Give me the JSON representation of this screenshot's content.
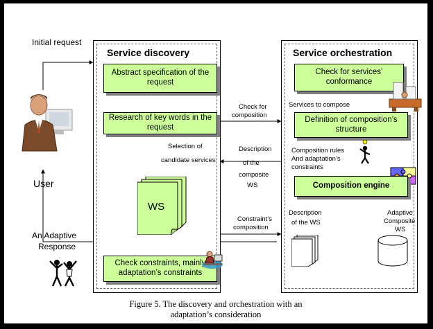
{
  "caption": {
    "line1": "Figure 5. The discovery and orchestration with an",
    "line2": "adaptation’s consideration"
  },
  "left": {
    "initial_request": "Initial request",
    "user": "User",
    "adaptive_response_line1": "An Adaptive",
    "adaptive_response_line2": "Response"
  },
  "discovery": {
    "title": "Service discovery",
    "box1_line1": "Abstract specification of the",
    "box1_line2": "request",
    "box2_line1": "Research of key words in the",
    "box2_line2": "request",
    "selection_line1": "Selection of",
    "selection_line2": "candidate services",
    "ws": "WS",
    "box3_line1": "Check constraints, mainly",
    "box3_line2": "adaptation’s constraints"
  },
  "middle": {
    "check_line1": "Check for",
    "check_line2": "composition",
    "desc_line1": "Description",
    "desc_line2": "of the",
    "desc_line3": "composite",
    "desc_line4": "WS",
    "constraint_line1": "Constraint’s",
    "constraint_line2": "composition"
  },
  "orchestration": {
    "title": "Service orchestration",
    "box1_line1": "Check for services’",
    "box1_line2": "conformance",
    "services_to_compose": "Services to compose",
    "box2_line1": "Definition of composition’s",
    "box2_line2": "structure",
    "rules_line1": "Composition rules",
    "rules_line2": "And adaptation’s",
    "rules_line3": "constraints",
    "box3": "Composition engine",
    "desc_line1": "Description",
    "desc_line2": "of the  WS",
    "adaptive_line1": "Adaptive",
    "adaptive_line2": "Composite",
    "adaptive_line3": "WS"
  }
}
